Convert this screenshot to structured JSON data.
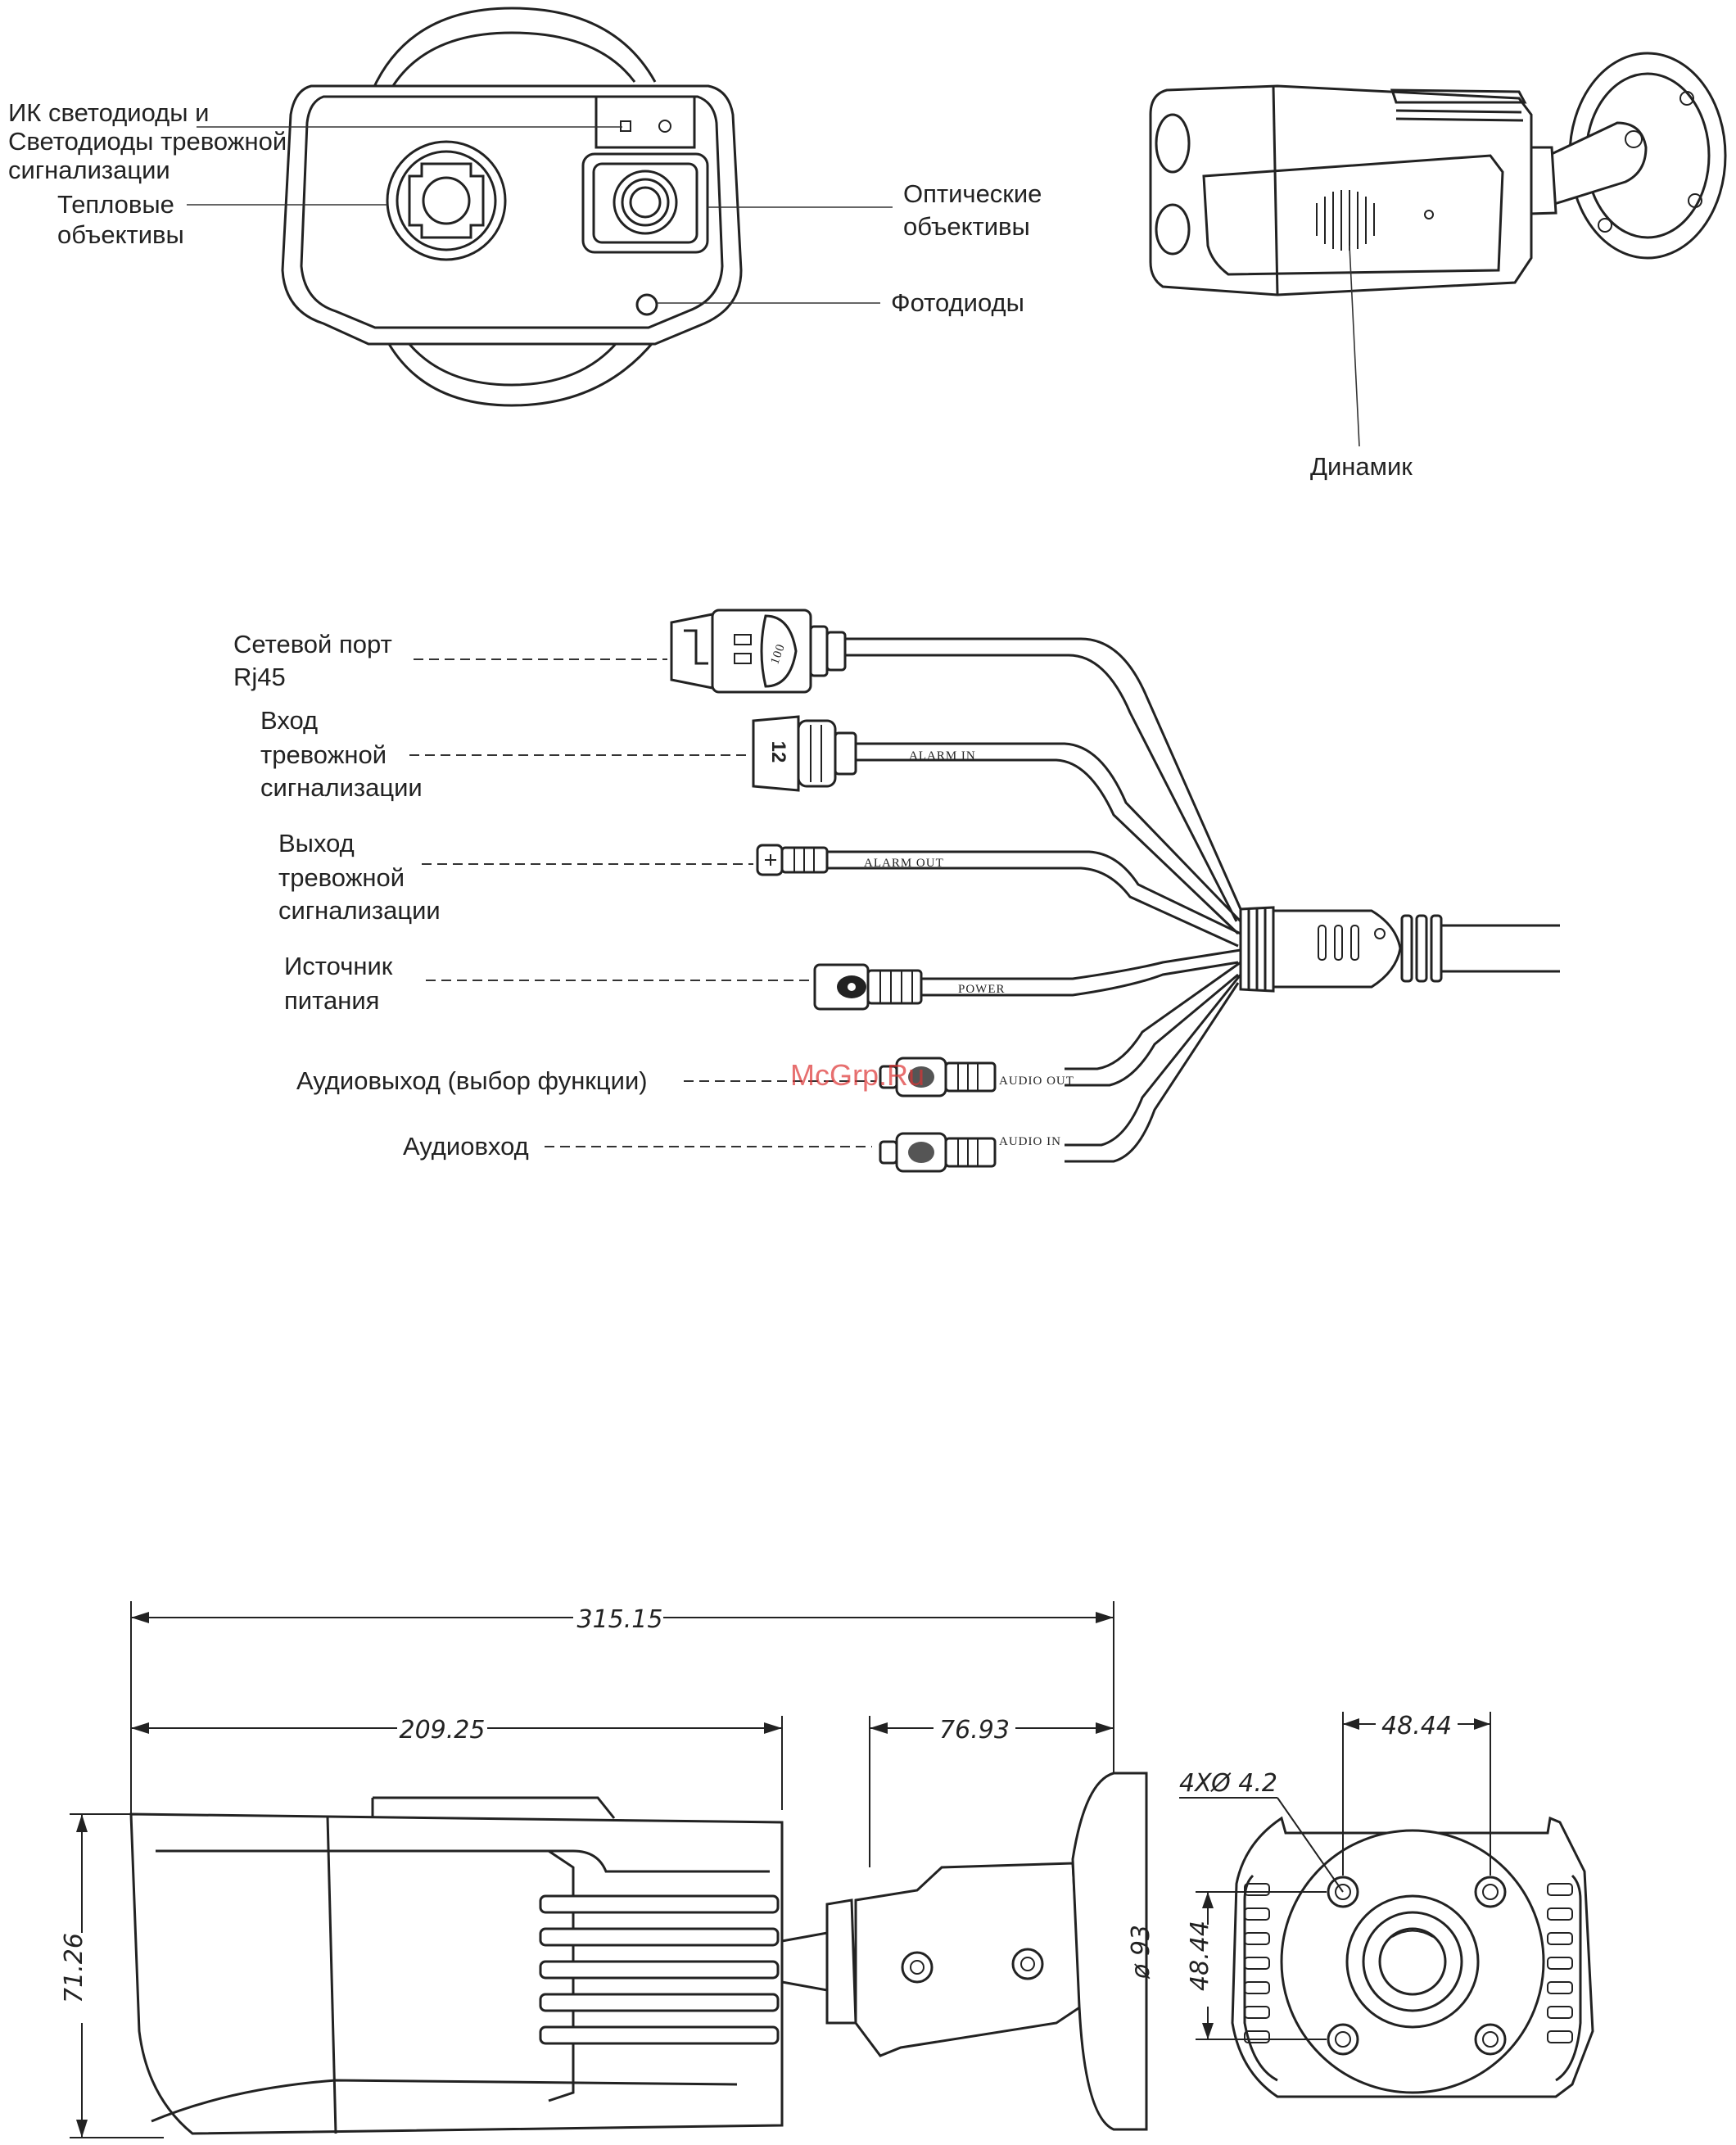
{
  "front_view": {
    "labels": {
      "ir_leds_line1": "ИК светодиоды и",
      "ir_leds_line2": "Светодиоды тревожной",
      "ir_leds_line3": "сигнализации",
      "thermal_lens_line1": "Тепловые",
      "thermal_lens_line2": "объективы",
      "optical_lens_line1": "Оптические",
      "optical_lens_line2": "объективы",
      "photodiode": "Фотодиоды"
    }
  },
  "side_view": {
    "labels": {
      "speaker": "Динамик"
    }
  },
  "cables": {
    "labels": {
      "rj45_line1": "Сетевой порт",
      "rj45_line2": "Rj45",
      "alarm_in_line1": "Вход",
      "alarm_in_line2": "тревожной",
      "alarm_in_line3": "сигнализации",
      "alarm_out_line1": "Выход",
      "alarm_out_line2": "тревожной",
      "alarm_out_line3": "сигнализации",
      "power_line1": "Источник",
      "power_line2": "питания",
      "audio_out": "Аудиовыход (выбор функции)",
      "audio_in": "Аудиовход"
    },
    "tags": {
      "alarm_in": "ALARM IN",
      "alarm_out": "ALARM OUT",
      "power": "POWER",
      "audio_out": "AUDIO OUT",
      "audio_in": "AUDIO IN"
    },
    "connector_marks": {
      "alarm_in_pins": "12",
      "rj45_mark": "100"
    }
  },
  "dimensions": {
    "total_length": "315.15",
    "body_length": "209.25",
    "bracket_length": "76.93",
    "height": "71.26",
    "base_diameter": "ø 93",
    "hole_spec": "4XØ 4.2",
    "hole_spacing_h": "48.44",
    "hole_spacing_v": "48.44"
  },
  "watermark": "McGrp.Ru"
}
